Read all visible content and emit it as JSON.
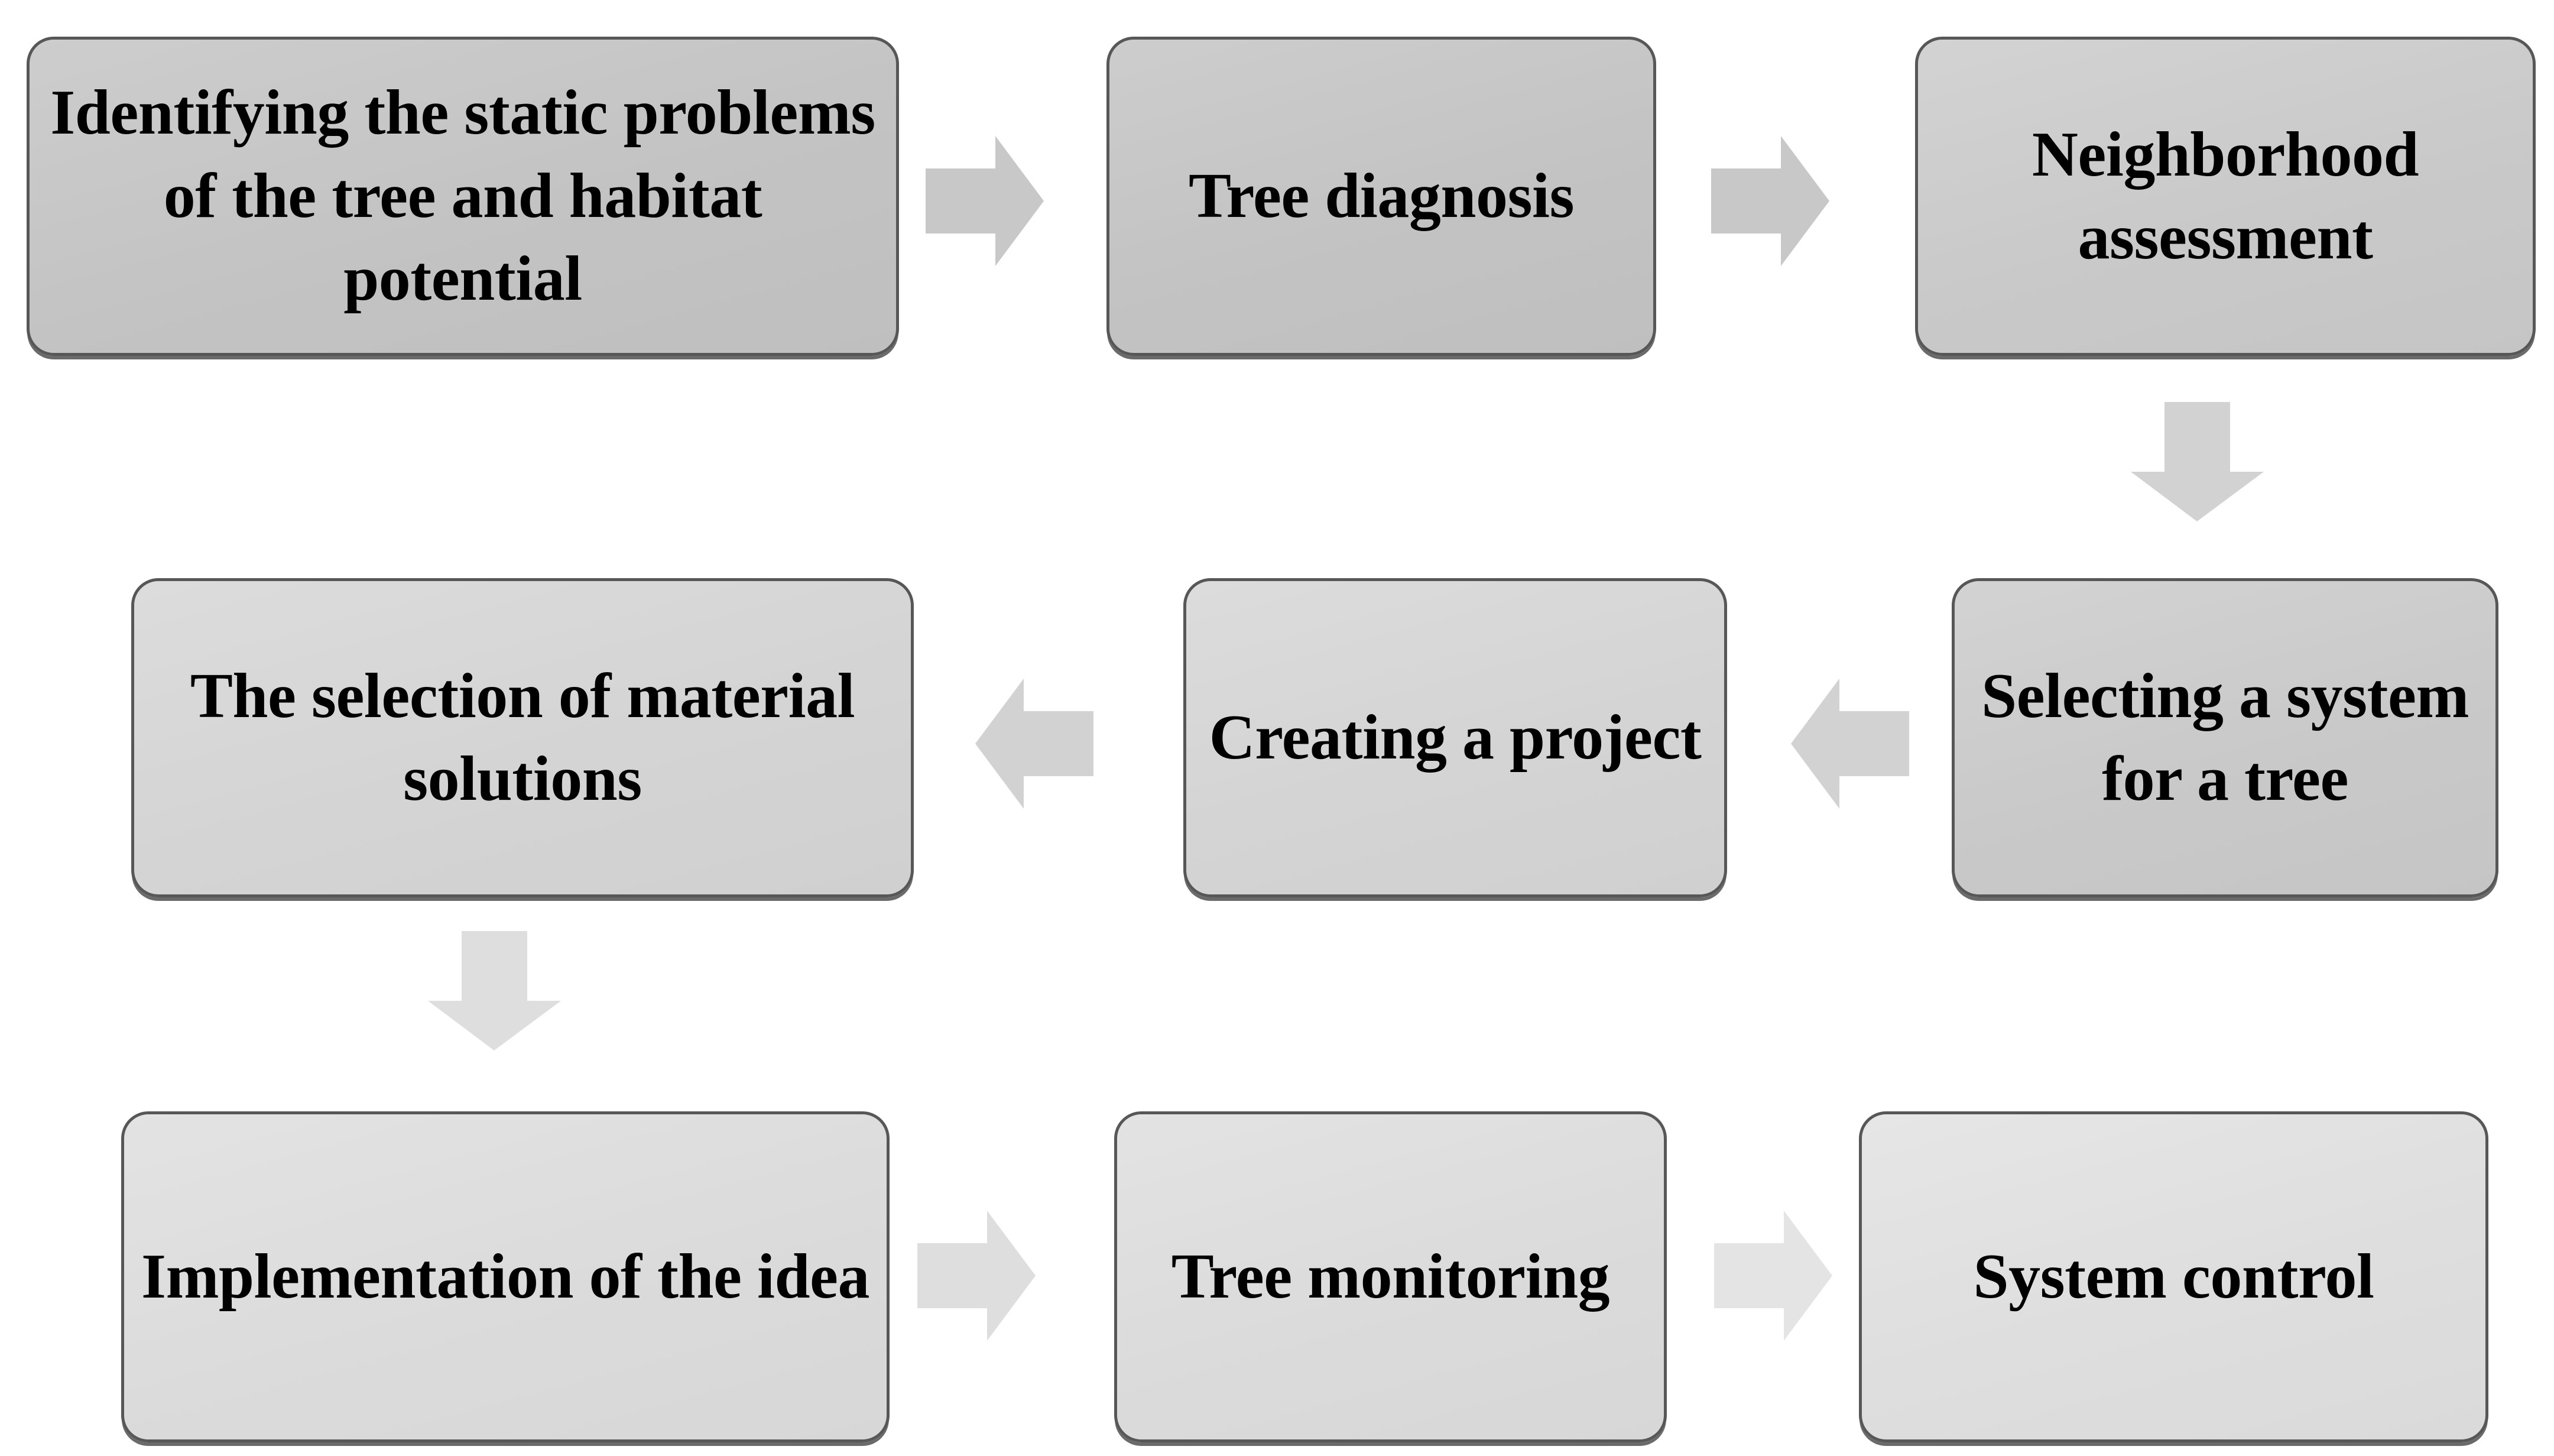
{
  "diagram": {
    "title": "Tree static problem solving process flowchart",
    "type": "process-flowchart",
    "background_color": "#ffffff",
    "box_border_color": "#575757",
    "box_fill_light": "#e6e6e6",
    "box_fill_dark": "#c3c3c3",
    "arrow_fill": "#d2d2d2",
    "text_color": "#000000",
    "nodes": [
      {
        "id": "n1",
        "label": "Identifying the static problems of the tree and habitat potential",
        "row": 1,
        "order": 1
      },
      {
        "id": "n2",
        "label": "Tree diagnosis",
        "row": 1,
        "order": 2
      },
      {
        "id": "n3",
        "label": "Neighborhood assessment",
        "row": 1,
        "order": 3
      },
      {
        "id": "n4",
        "label": "The selection of material solutions",
        "row": 2,
        "order": 3
      },
      {
        "id": "n5",
        "label": "Creating a project",
        "row": 2,
        "order": 2
      },
      {
        "id": "n6",
        "label": "Selecting a system for a tree",
        "row": 2,
        "order": 1
      },
      {
        "id": "n7",
        "label": "Implementation of the idea",
        "row": 3,
        "order": 1
      },
      {
        "id": "n8",
        "label": "Tree monitoring",
        "row": 3,
        "order": 2
      },
      {
        "id": "n9",
        "label": "System control",
        "row": 3,
        "order": 3
      }
    ],
    "connectors": [
      {
        "id": "a1",
        "from": "n1",
        "to": "n2",
        "direction": "right",
        "icon": "arrow-right-icon"
      },
      {
        "id": "a2",
        "from": "n2",
        "to": "n3",
        "direction": "right",
        "icon": "arrow-right-icon"
      },
      {
        "id": "a3",
        "from": "n3",
        "to": "n6",
        "direction": "down",
        "icon": "arrow-down-icon"
      },
      {
        "id": "a4",
        "from": "n6",
        "to": "n5",
        "direction": "left",
        "icon": "arrow-left-icon"
      },
      {
        "id": "a5",
        "from": "n5",
        "to": "n4",
        "direction": "left",
        "icon": "arrow-left-icon"
      },
      {
        "id": "a6",
        "from": "n4",
        "to": "n7",
        "direction": "down",
        "icon": "arrow-down-icon"
      },
      {
        "id": "a7",
        "from": "n7",
        "to": "n8",
        "direction": "right",
        "icon": "arrow-right-icon"
      },
      {
        "id": "a8",
        "from": "n8",
        "to": "n9",
        "direction": "right",
        "icon": "arrow-right-icon"
      }
    ]
  }
}
